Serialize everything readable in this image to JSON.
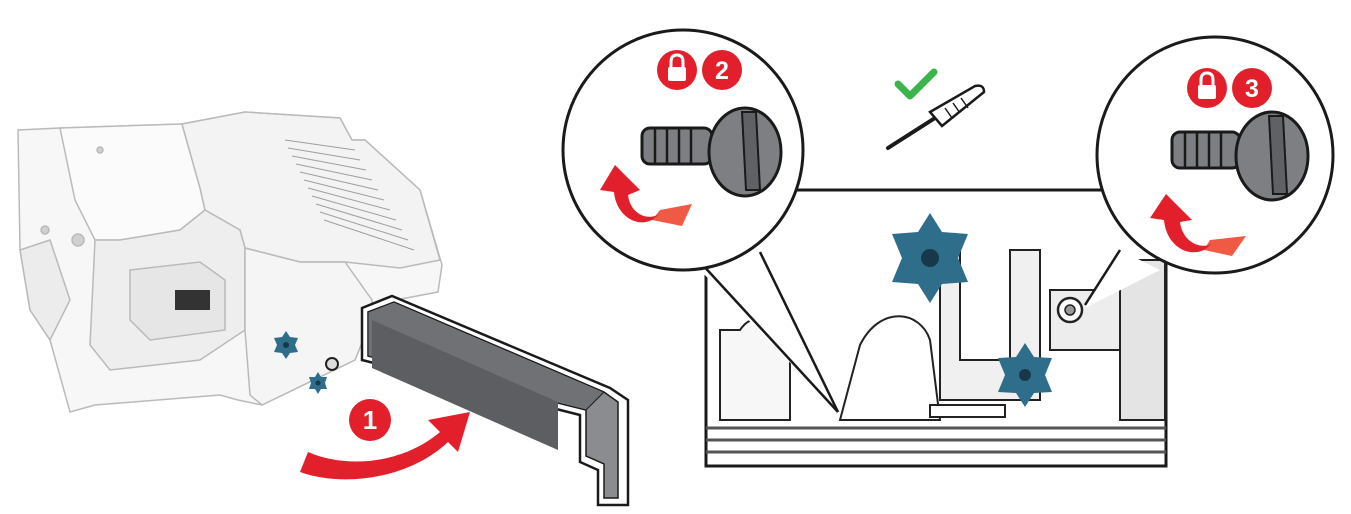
{
  "steps": [
    {
      "number": "1",
      "icon": "rotate-arrow-icon",
      "description_visible": false
    },
    {
      "number": "2",
      "icon": "lock-icon"
    },
    {
      "number": "3",
      "icon": "lock-icon"
    }
  ],
  "tool": {
    "icon": "screwdriver-icon",
    "status_icon": "checkmark-icon"
  },
  "colors": {
    "step_badge": "#e2202c",
    "arrow_red": "#e2202c",
    "arrow_tail": "#ee5a44",
    "check_green": "#3bb54a",
    "knob_blue": "#2f6e8a",
    "screw_gray": "#7d7f82",
    "cover_gray": "#8a8c8f",
    "line": "#1a1a1a"
  }
}
